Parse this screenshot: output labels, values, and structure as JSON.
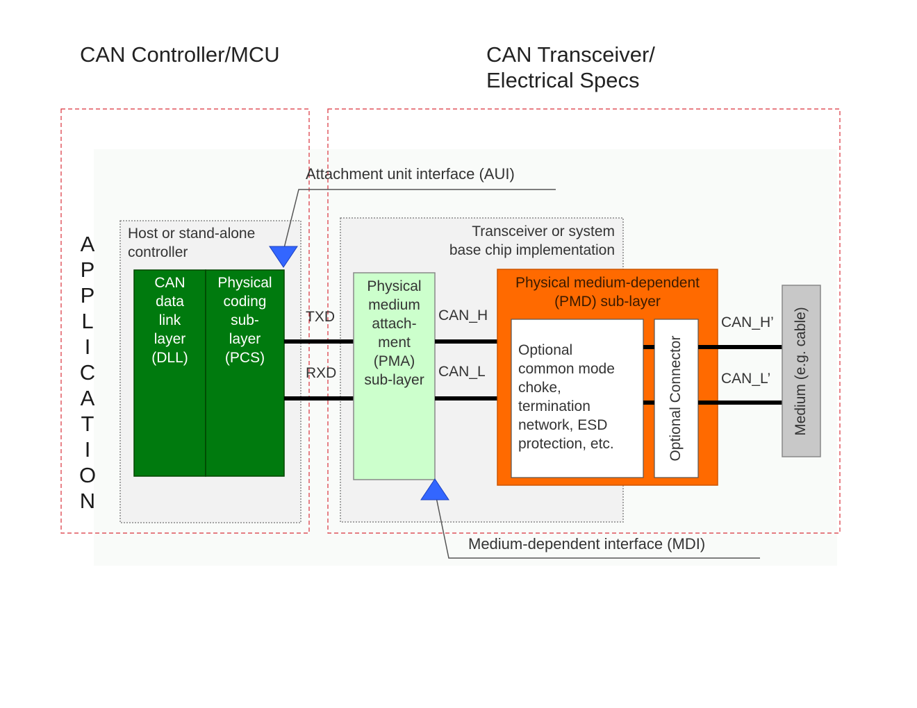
{
  "headers": {
    "left": "CAN Controller/MCU",
    "right_line1": "CAN Transceiver/",
    "right_line2": "Electrical Specs"
  },
  "application_letters": [
    "A",
    "P",
    "P",
    "L",
    "I",
    "C",
    "A",
    "T",
    "I",
    "O",
    "N"
  ],
  "host_box": {
    "title_line1": "Host or stand-alone",
    "title_line2": "controller"
  },
  "dll_block": {
    "lines": [
      "CAN",
      "data",
      "link",
      "layer",
      "(DLL)"
    ]
  },
  "pcs_block": {
    "lines": [
      "Physical",
      "coding",
      "sub-",
      "layer",
      "(PCS)"
    ]
  },
  "signals": {
    "txd": "TXD",
    "rxd": "RXD",
    "can_h": "CAN_H",
    "can_l": "CAN_L",
    "can_h_prime": "CAN_H’",
    "can_l_prime": "CAN_L’"
  },
  "transceiver_box": {
    "title_line1": "Transceiver or system",
    "title_line2": "base chip implementation"
  },
  "pma_block": {
    "lines": [
      "Physical",
      "medium",
      "attach-",
      "ment",
      "(PMA)",
      "sub-layer"
    ]
  },
  "pmd_block": {
    "title_line1": "Physical medium-dependent",
    "title_line2": "(PMD) sub-layer"
  },
  "choke_block": {
    "lines": [
      "Optional",
      "common mode",
      "choke,",
      "termination",
      "network, ESD",
      "protection, etc."
    ]
  },
  "connector_block": {
    "label": "Optional Connector"
  },
  "medium_block": {
    "label": "Medium (e.g. cable)"
  },
  "interfaces": {
    "aui": "Attachment unit interface (AUI)",
    "mdi": "Medium-dependent interface (MDI)"
  },
  "colors": {
    "dll_green": "#007a0e",
    "pma_green": "#ccffcc",
    "pmd_orange": "#ff6a00",
    "interface_marker": "#3366ff",
    "dashed_red": "#d9303a",
    "medium_gray": "#c8c8c8"
  }
}
